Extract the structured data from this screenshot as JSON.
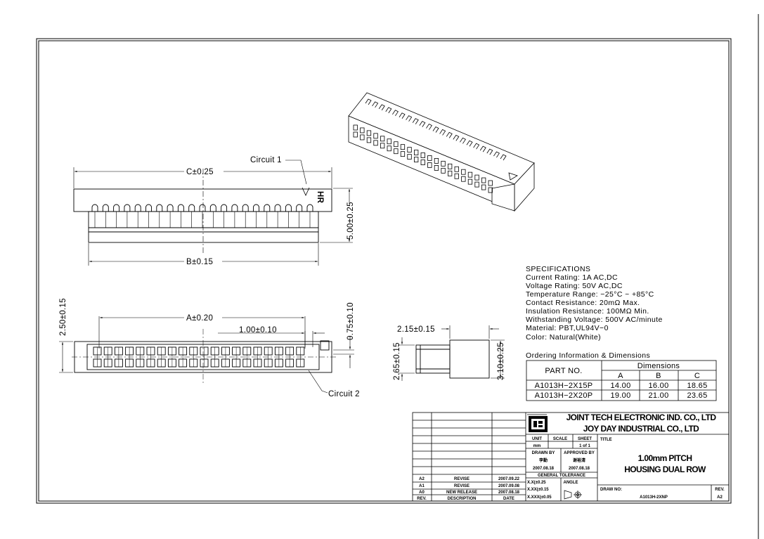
{
  "labels": {
    "circuit1": "Circuit 1",
    "circuit2": "Circuit 2",
    "dim_c": "C±0.25",
    "dim_b": "B±0.15",
    "dim_a": "A±0.20",
    "dim_5": "5.00±0.25",
    "dim_250": "2.50±0.15",
    "dim_075": "0.75±0.10",
    "dim_100": "1.00±0.10",
    "dim_215": "2.15±0.15",
    "dim_265": "2.65±0.15",
    "dim_310": "3.10±0.25",
    "mark_hr": "HR"
  },
  "specs": {
    "title": "SPECIFICATIONS",
    "lines": [
      "Current Rating: 1A AC,DC",
      "Voltage Rating: 50V AC,DC",
      "Temperature Range: −25°C ~ +85°C",
      "Contact Resistance: 20mΩ Max.",
      "Insulation Resistance: 100MΩ Min.",
      "Withstanding Voltage: 500V AC/minute",
      "Material: PBT,UL94V−0",
      "Color: Natural(White)"
    ]
  },
  "ordering": {
    "title": "Ordering Information & Dimensions",
    "col_part": "PART NO.",
    "col_dims": "Dimensions",
    "col_a": "A",
    "col_b": "B",
    "col_c": "C",
    "rows": [
      {
        "part": "A1013H−2X15P",
        "a": "14.00",
        "b": "16.00",
        "c": "18.65"
      },
      {
        "part": "A1013H−2X20P",
        "a": "19.00",
        "b": "21.00",
        "c": "23.65"
      }
    ]
  },
  "titleblock": {
    "company1": "JOINT TECH ELECTRONIC IND. CO., LTD",
    "company2": "JOY DAY INDUSTRIAL CO., LTD",
    "unit_label": "UNIT",
    "unit_value": "mm",
    "scale_label": "SCALE",
    "sheet_label": "SHEET",
    "sheet_value": "1 of 1",
    "title_label": "TITLE",
    "title_line1": "1.00mm PITCH",
    "title_line2": "HOUSING DUAL ROW",
    "drawn_label": "DRAWN BY",
    "drawn_name": "李勤",
    "drawn_date": "2007.08.18",
    "approved_label": "APPROVED BY",
    "approved_name": "谢裕清",
    "approved_date": "2007.08.18",
    "tolerance_label": "GENERAL TOLERANCE",
    "angle_label": "ANGLE",
    "tol1": "X.X(±0.25",
    "tol2": "X.XX(±0.15",
    "tol3": "X.XXX(±0.05",
    "drawno_label": "DRAW NO:",
    "drawno_value": "A1013H-2XNP",
    "rev_label": "REV.",
    "rev_value": "A2",
    "revisions": [
      {
        "rev": "A2",
        "desc": "REVISE",
        "date": "2007.09.22"
      },
      {
        "rev": "A1",
        "desc": "REVISE",
        "date": "2007.09.08"
      },
      {
        "rev": "A0",
        "desc": "NEW RELEASE",
        "date": "2007.08.18"
      }
    ],
    "rev_header": {
      "rev": "REV.",
      "desc": "DESCRIPTION",
      "date": "DATE"
    }
  }
}
